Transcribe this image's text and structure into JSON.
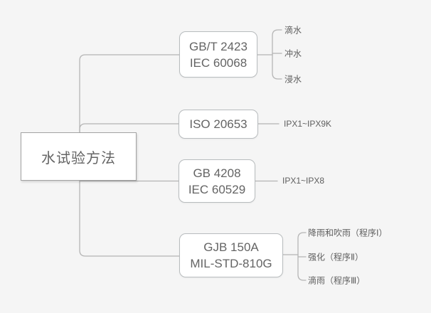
{
  "colors": {
    "background": "#f5f5f5",
    "connector": "#b5b5b5",
    "node_border": "#b8bcbe",
    "root_border": "#a2a2a2",
    "node_background": "#ffffff",
    "node_text": "#646464",
    "leaf_text": "#5e5e5e"
  },
  "root": {
    "label": "水试验方法"
  },
  "branches": [
    {
      "lines": [
        "GB/T 2423",
        "IEC 60068"
      ],
      "leaves": [
        "滴水",
        "冲水",
        "浸水"
      ]
    },
    {
      "lines": [
        "ISO 20653"
      ],
      "leaves": [
        "IPX1~IPX9K"
      ]
    },
    {
      "lines": [
        "GB 4208",
        "IEC 60529"
      ],
      "leaves": [
        "IPX1~IPX8"
      ]
    },
    {
      "lines": [
        "GJB 150A",
        "MIL-STD-810G"
      ],
      "leaves": [
        "降雨和吹雨（程序Ⅰ）",
        "强化（程序Ⅱ）",
        "滴雨（程序Ⅲ）"
      ]
    }
  ]
}
